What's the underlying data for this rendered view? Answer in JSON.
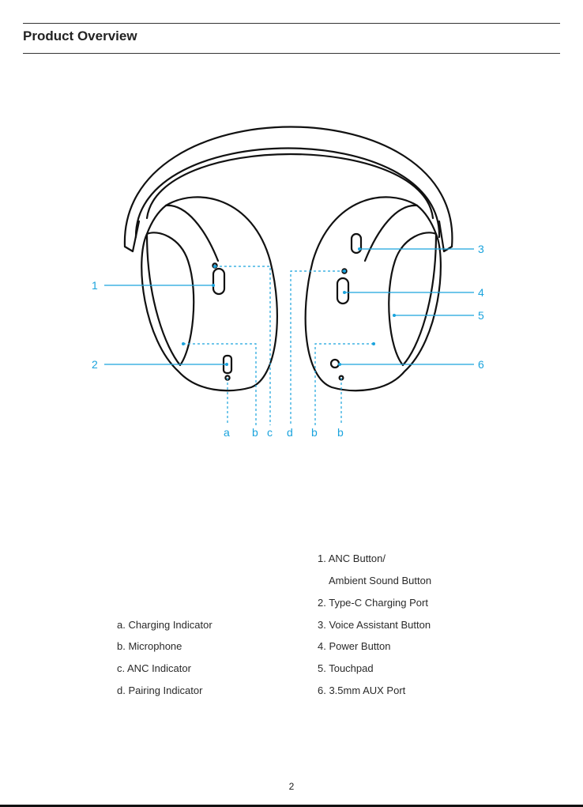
{
  "header": {
    "title": "Product Overview"
  },
  "diagram": {
    "accent_color": "#1aa3dd",
    "callouts": {
      "n1": "1",
      "n2": "2",
      "n3": "3",
      "n4": "4",
      "n5": "5",
      "n6": "6",
      "la": "a",
      "lb1": "b",
      "lc": "c",
      "ld": "d",
      "lb2": "b",
      "lb3": "b"
    }
  },
  "legend_letters": [
    "a. Charging Indicator",
    "b. Microphone",
    "c. ANC Indicator",
    "d. Pairing Indicator"
  ],
  "legend_numbers": [
    "1. ANC Button/",
    "Ambient Sound Button",
    "2. Type-C Charging Port",
    "3. Voice Assistant Button",
    "4. Power Button",
    "5. Touchpad",
    "6. 3.5mm AUX Port"
  ],
  "footer": {
    "page_number": "2"
  }
}
